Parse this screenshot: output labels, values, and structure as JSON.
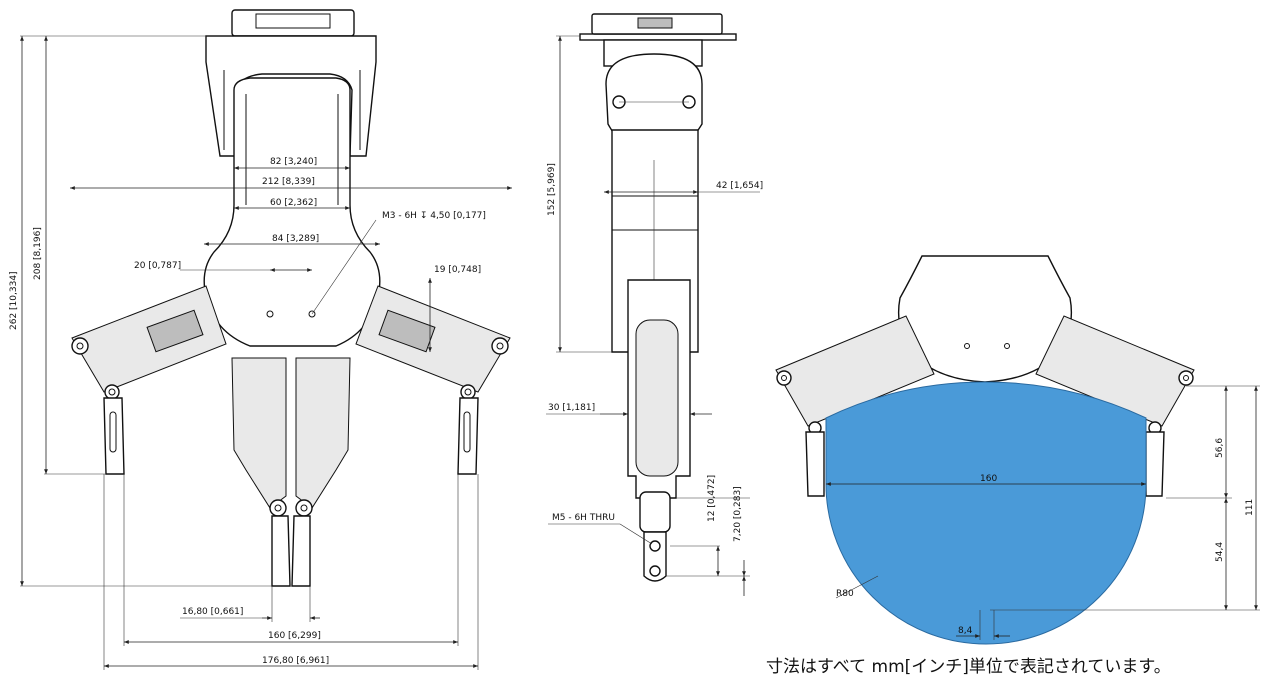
{
  "colors": {
    "workspace": "#4a9ad8",
    "line": "#111111"
  },
  "front_view": {
    "dims": {
      "d82": "82 [3,240]",
      "d212": "212 [8,339]",
      "d60": "60 [2,362]",
      "d84": "84 [3,289]",
      "d20": "20 [0,787]",
      "d19": "19 [0,748]",
      "d262": "262 [10,334]",
      "d208": "208 [8,196]",
      "d16_80": "16,80 [0,661]",
      "d160": "160 [6,299]",
      "d176_80": "176,80 [6,961]"
    },
    "thread_note": "M3 - 6H ↧ 4,50 [0,177]"
  },
  "side_view": {
    "dims": {
      "d152": "152 [5,969]",
      "d42": "42 [1,654]",
      "d30": "30 [1,181]",
      "d12": "12 [0,472]",
      "d7_20": "7,20 [0,283]"
    },
    "thread_note": "M5 - 6H THRU"
  },
  "workspace_view": {
    "dims": {
      "d160": "160",
      "d56_6": "56,6",
      "d54_4": "54,4",
      "d111": "111",
      "r80": "R80",
      "d8_4": "8,4"
    }
  },
  "caption": "寸法はすべて mm[インチ]単位で表記されています。"
}
